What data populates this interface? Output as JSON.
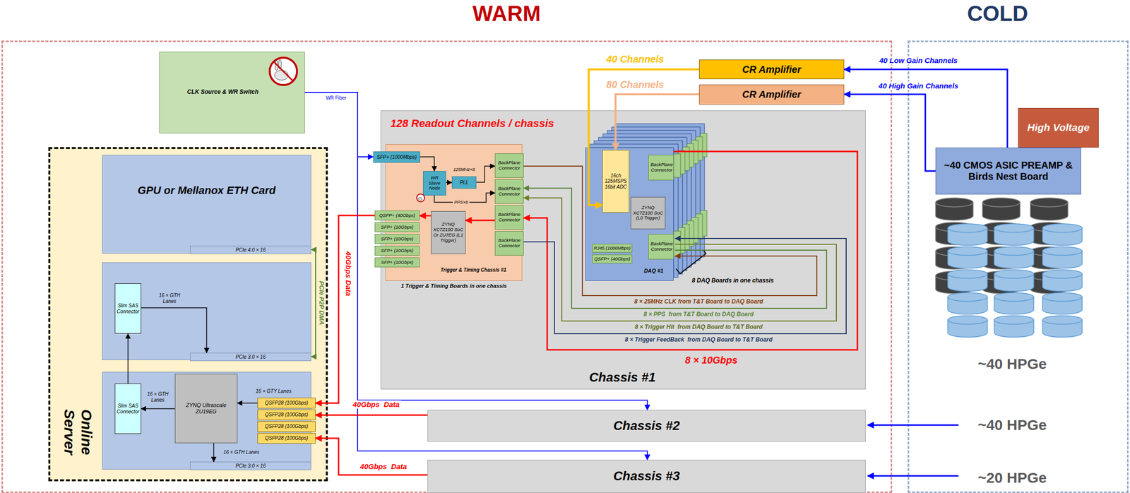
{
  "diagram": {
    "nodes": [
      {
        "text": [
          "WARM"
        ]
      },
      {
        "text": [
          "COLD"
        ]
      },
      {
        "text": [
          "CLK Source & WR Switch"
        ],
        "in": 0
      },
      {
        "text": [
          "Online Server"
        ],
        "in": 0
      },
      {
        "text": [
          "GPU or Mellanox ETH Card"
        ],
        "in": 3
      },
      {
        "text": [
          "PCIe 4.0 × 16"
        ],
        "in": 4
      },
      {
        "text": [],
        "in": 3
      },
      {
        "text": [
          "Slim SAS Connector"
        ],
        "in": 6
      },
      {
        "text": [
          "PCIe 3.0 × 16"
        ],
        "in": 6
      },
      {
        "text": [],
        "in": 3
      },
      {
        "text": [
          "Slim SAS Connector"
        ],
        "in": 9
      },
      {
        "text": [
          "ZYNQ Ultrascale ZU19EG"
        ],
        "in": 9
      },
      {
        "text": [
          "QSFP28 (100Gbps)"
        ],
        "in": 9
      },
      {
        "text": [
          "QSFP28 (100Gbps)"
        ],
        "in": 9
      },
      {
        "text": [
          "QSFP28 (100Gbps)"
        ],
        "in": 9
      },
      {
        "text": [
          "QSFP28 (100Gbps)"
        ],
        "in": 9
      },
      {
        "text": [
          "PCIe 3.0 × 16"
        ],
        "in": 9
      },
      {
        "text": [
          "128 Readout Channels / chassis",
          "Chassis #1"
        ],
        "in": 0
      },
      {
        "text": [
          "Trigger & Timing Chassis #1"
        ],
        "in": 17
      },
      {
        "text": [
          "SFP+ (1000Mbps)"
        ],
        "in": 18
      },
      {
        "text": [
          "WR Slave Node"
        ],
        "in": 18
      },
      {
        "text": [
          "PLL"
        ],
        "in": 18
      },
      {
        "text": [
          "BackPlane Connector"
        ],
        "in": 18
      },
      {
        "text": [
          "BackPlane Connector"
        ],
        "in": 18
      },
      {
        "text": [
          "BackPlane Connector"
        ],
        "in": 18
      },
      {
        "text": [
          "BackPlane Connector"
        ],
        "in": 18
      },
      {
        "text": [
          "ZYNQ XC7Z100 SoC Or ZU7EG (L1 Trigger)"
        ],
        "in": 18
      },
      {
        "text": [
          "QSFP+ (40Gbps)"
        ],
        "in": 18
      },
      {
        "text": [
          "SFP+ (10Gbps)"
        ],
        "in": 18
      },
      {
        "text": [
          "SFP+ (10Gbps)"
        ],
        "in": 18
      },
      {
        "text": [
          "SFP+ (10Gbps)"
        ],
        "in": 18
      },
      {
        "text": [
          "SFP+ (10Gbps)"
        ],
        "in": 18
      },
      {
        "text": [
          "DAQ #1"
        ],
        "in": 17
      },
      {
        "text": [
          "16ch 125MSPS 16bit ADC"
        ],
        "in": 32
      },
      {
        "text": [
          "BackPlane Connector"
        ],
        "in": 32
      },
      {
        "text": [
          "ZYNQ XC7Z100 SoC (L0 Trigger)"
        ],
        "in": 32
      },
      {
        "text": [
          "BackPlane Connector"
        ],
        "in": 32
      },
      {
        "text": [
          "RJ45 (1000Mbps)"
        ],
        "in": 32
      },
      {
        "text": [
          "QSFP+ (40Gbps)"
        ],
        "in": 32
      },
      {
        "text": [
          "CR Amplifier"
        ],
        "in": 0
      },
      {
        "text": [
          "CR Amplifier"
        ],
        "in": 0
      },
      {
        "text": [
          "Chassis #2"
        ],
        "in": 0
      },
      {
        "text": [
          "Chassis #3"
        ],
        "in": 0
      },
      {
        "text": [
          "High Voltage"
        ],
        "in": 1
      },
      {
        "text": [
          "~40 CMOS ASIC PREAMP & Birds Nest Board"
        ],
        "in": 1
      }
    ],
    "edges": [
      {
        "from": 2,
        "to": 19,
        "arrow": "to",
        "label": "WR Fiber"
      },
      {
        "from": 2,
        "to": 41,
        "arrow": "to"
      },
      {
        "from": 2,
        "to": 42,
        "arrow": "to"
      },
      {
        "from": 19,
        "to": 20,
        "arrow": "to"
      },
      {
        "from": 20,
        "to": 21,
        "arrow": "to"
      },
      {
        "from": 21,
        "to": 22,
        "arrow": "to",
        "label": "125MHz×8"
      },
      {
        "from": 20,
        "to": 23,
        "arrow": "to",
        "label": "PPS×8"
      },
      {
        "from": 24,
        "to": 26,
        "arrow": "to"
      },
      {
        "from": 26,
        "to": 27,
        "arrow": "to"
      },
      {
        "from": 27,
        "to": 12,
        "arrow": "to",
        "label": "40Gbps Data"
      },
      {
        "from": 41,
        "to": 13,
        "arrow": "to",
        "label": "40Gbps  Data"
      },
      {
        "from": 42,
        "to": 15,
        "arrow": "to",
        "label": "40Gbps  Data"
      },
      {
        "from": 12,
        "to": 11,
        "arrow": "to",
        "label": "16 × GTY Lanes"
      },
      {
        "from": 11,
        "to": 10,
        "arrow": "to",
        "label": "16 × GTH Lanes"
      },
      {
        "from": 10,
        "to": 7,
        "arrow": "to"
      },
      {
        "from": 7,
        "to": 8,
        "arrow": "to",
        "label": "16 × GTH Lanes"
      },
      {
        "from": 11,
        "to": 16,
        "arrow": "to",
        "label": "16 × GTH Lanes"
      },
      {
        "from": 5,
        "to": 8,
        "arrow": "both",
        "label": "PCIe P2P DMA"
      },
      {
        "from": 32,
        "to": 24,
        "arrow": "to",
        "label": "8 × 10Gbps"
      },
      {
        "from": 22,
        "to": 36,
        "arrow": "to",
        "label": "8 × 25MHz CLK from T&T Board to DAQ Board"
      },
      {
        "from": 36,
        "to": 23,
        "arrow": "to",
        "label": "8 × PPS  from T&T Board to DAQ Board"
      },
      {
        "from": 36,
        "to": 23,
        "arrow": "to",
        "label": "8 × Trigger Hit  from DAQ Board to T&T Board"
      },
      {
        "from": 25,
        "to": 36,
        "arrow": "to",
        "label": "8 × Trigger FeedBack  from DAQ Board to T&T Board"
      },
      {
        "from": 39,
        "to": 33,
        "arrow": "to",
        "label": "40 Channels"
      },
      {
        "from": 40,
        "to": 33,
        "arrow": "to",
        "label": "80 Channels"
      },
      {
        "from": 44,
        "to": 39,
        "arrow": "to",
        "label": "40 Low Gain Channels"
      },
      {
        "from": 44,
        "to": 40,
        "arrow": "to",
        "label": "40 High Gain Channels"
      }
    ],
    "labels": [
      "1 Trigger & Timing Boards in one chassis",
      "8 DAQ Boards in one chassis",
      "~40 HPGe",
      "~40 HPGe",
      "~20 HPGe"
    ]
  }
}
